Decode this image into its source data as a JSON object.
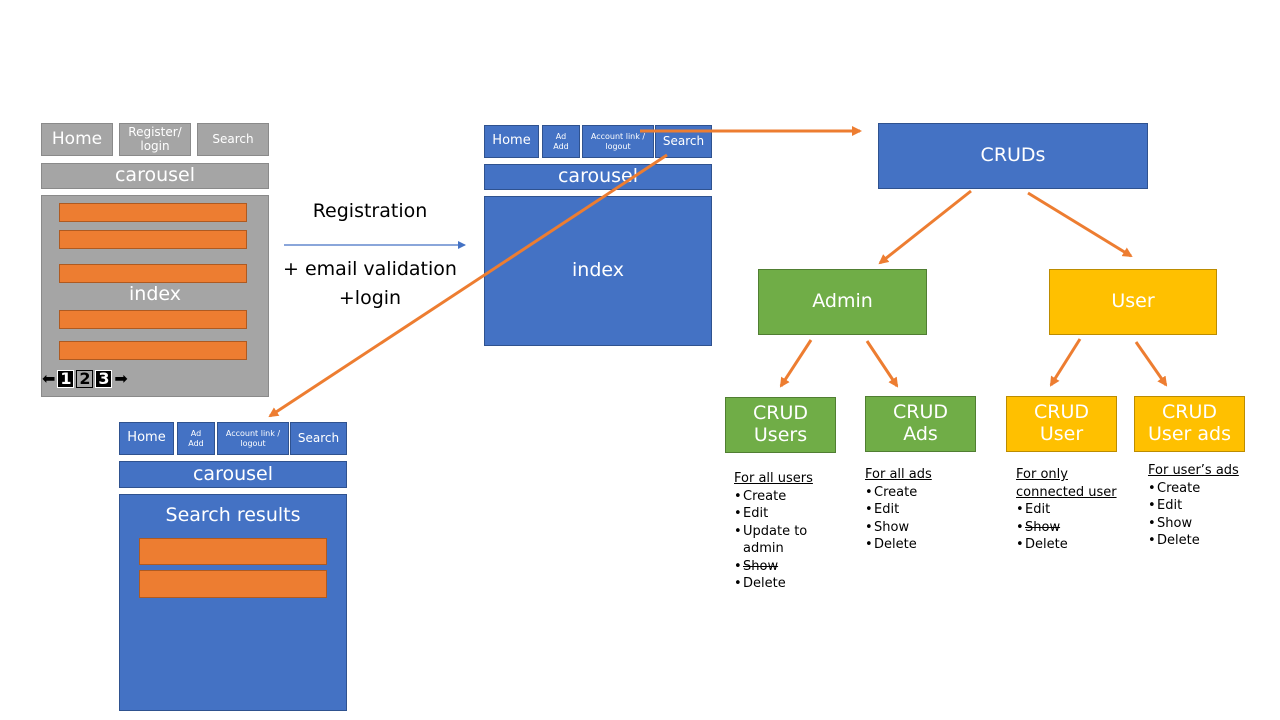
{
  "mockup_guest": {
    "home": "Home",
    "register_login": "Register/ login",
    "search": "Search",
    "carousel": "carousel",
    "index": "index",
    "pager": {
      "prev": "⬅",
      "pages": [
        "1",
        "2",
        "3"
      ],
      "next": "➡"
    }
  },
  "transition": {
    "label": "Registration",
    "sublabel_line1": "+ email validation",
    "sublabel_line2": "+login"
  },
  "mockup_user": {
    "home": "Home",
    "ad_add": "Ad Add",
    "account": "Account link / logout",
    "search": "Search",
    "carousel": "carousel",
    "index": "index"
  },
  "mockup_search": {
    "home": "Home",
    "ad_add": "Ad Add",
    "account": "Account link / logout",
    "search": "Search",
    "carousel": "carousel",
    "results": "Search results"
  },
  "tree": {
    "root": "CRUDs",
    "admin": "Admin",
    "user": "User",
    "crud_users": "CRUD Users",
    "crud_ads": "CRUD Ads",
    "crud_user": "CRUD User",
    "crud_user_ads": "CRUD User ads"
  },
  "lists": {
    "users": {
      "heading": "For all users",
      "items": [
        "Create",
        "Edit",
        "Update to admin",
        "Show",
        "Delete"
      ]
    },
    "ads": {
      "heading": "For all ads",
      "items": [
        "Create",
        "Edit",
        "Show",
        "Delete"
      ]
    },
    "user": {
      "heading": "For only connected user",
      "items": [
        "Edit",
        "Show",
        "Delete"
      ]
    },
    "user_ads": {
      "heading": "For user’s ads",
      "items": [
        "Create",
        "Edit",
        "Show",
        "Delete"
      ]
    }
  },
  "colors": {
    "gray": "#a5a5a5",
    "blue": "#4472c4",
    "green": "#70ad47",
    "yellow": "#ffc000",
    "orange": "#ed7d31"
  }
}
